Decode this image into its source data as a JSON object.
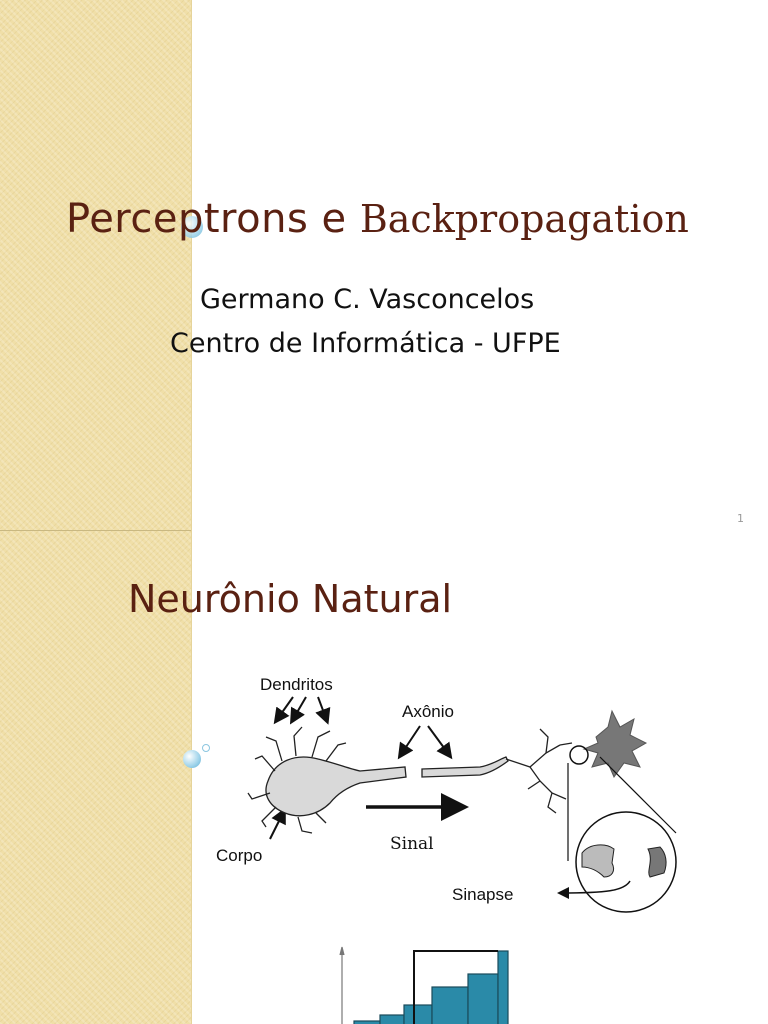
{
  "slide1": {
    "title_part1": "Perceptrons e ",
    "title_part2": "Backpropagation",
    "author": "Germano C. Vasconcelos",
    "institution": "Centro de Informática - UFPE",
    "page_number": "1"
  },
  "slide2": {
    "title": "Neurônio Natural",
    "diagram": {
      "label_dendritos": "Dendritos",
      "label_axonio": "Axônio",
      "label_corpo": "Corpo",
      "label_sinal": "Sinal",
      "label_sinapse": "Sinapse"
    }
  },
  "colors": {
    "title": "#5a2112",
    "strip": "#f0dfa8",
    "bars": "#2a8aa8"
  }
}
